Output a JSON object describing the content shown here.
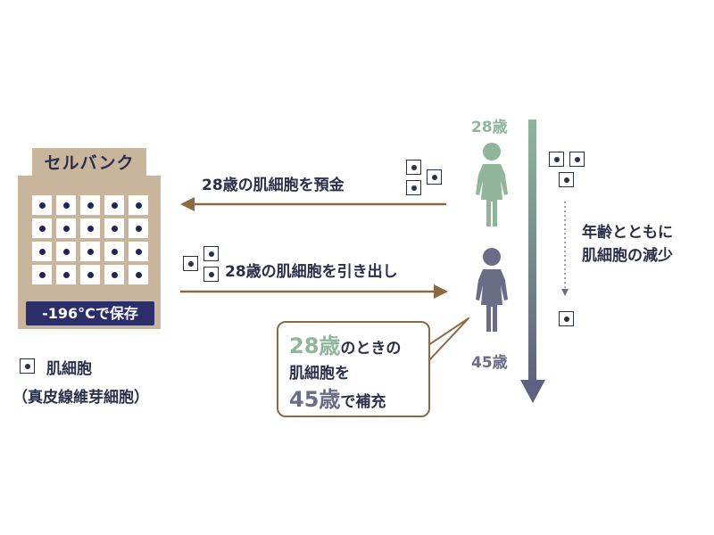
{
  "bank": {
    "name": "セルバンク",
    "storage": "-196°Cで保存"
  },
  "deposit": {
    "label": "28歳の肌細胞を預金"
  },
  "withdraw": {
    "label": "28歳の肌細胞を引き出し"
  },
  "timeline": {
    "age_start": "28歳",
    "age_end": "45歳",
    "decline_text_line1": "年齢とともに",
    "decline_text_line2": "肌細胞の減少"
  },
  "bubble": {
    "line1_accent": "28歳",
    "line1_rest": "のときの",
    "line2": "肌細胞を",
    "line3_accent": "45歳",
    "line3_rest": "で補充"
  },
  "legend": {
    "label": "肌細胞",
    "sub": "（真皮線維芽細胞）"
  },
  "colors": {
    "brown": "#8a6a44",
    "tan": "#c8b59b",
    "navy": "#2a2f6a",
    "green": "#8fb59b",
    "gray_figure": "#6a6d85"
  }
}
